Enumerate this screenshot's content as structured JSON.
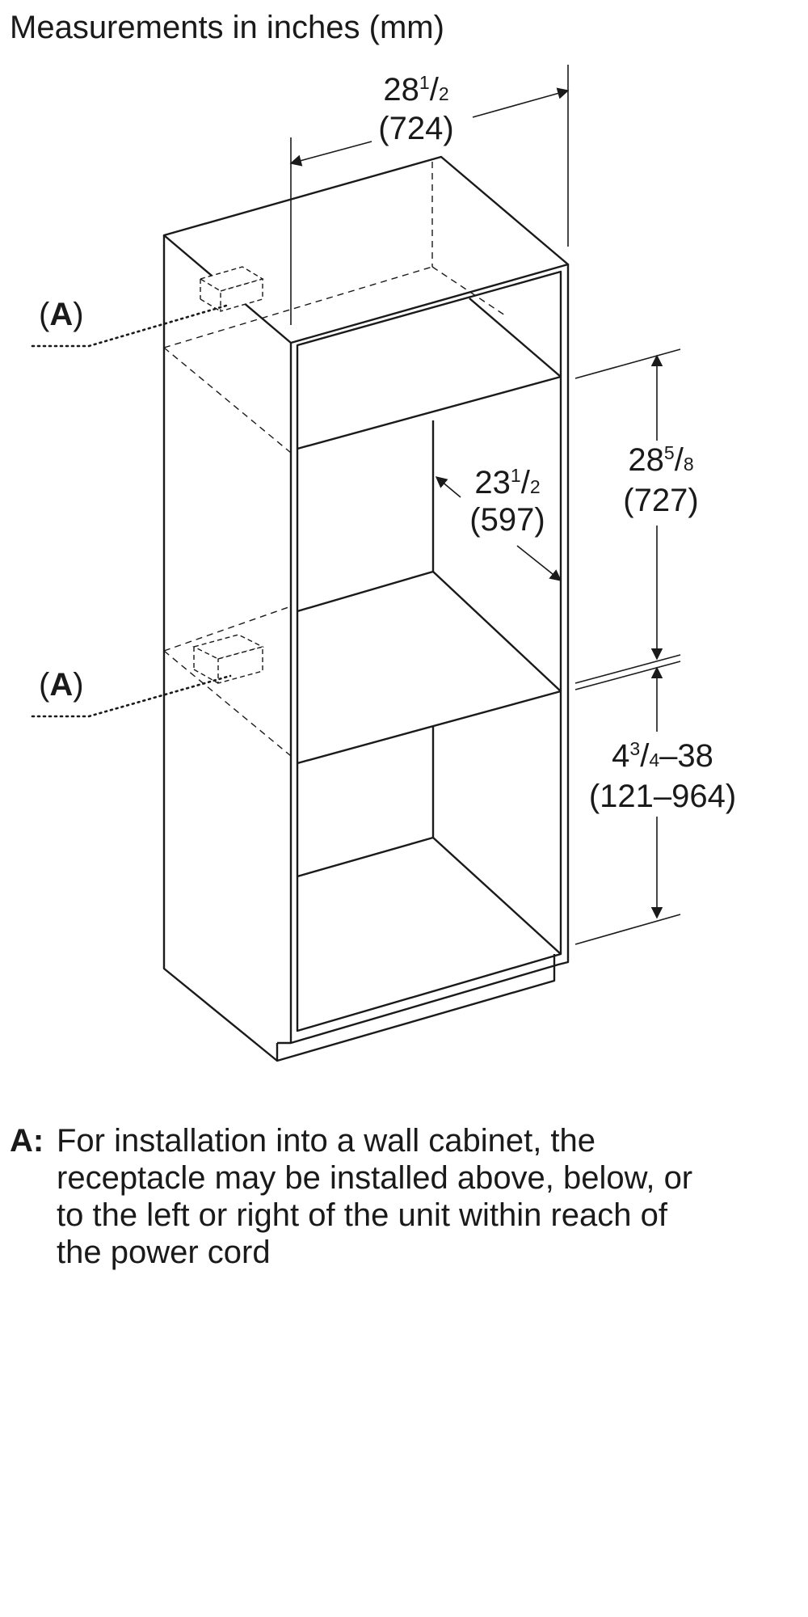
{
  "title": "Measurements in inches (mm)",
  "dimensions": {
    "top_width": {
      "whole": "28",
      "num": "1",
      "den": "2",
      "mm": "(724)"
    },
    "depth": {
      "whole": "23",
      "num": "1",
      "den": "2",
      "mm": "(597)"
    },
    "cutout_height": {
      "whole": "28",
      "num": "5",
      "den": "8",
      "mm": "(727)"
    },
    "base_height": {
      "whole": "4",
      "num": "3",
      "den": "4",
      "range_end": "–38",
      "mm": "(121–964)"
    }
  },
  "callouts": {
    "upper": "A",
    "lower": "A"
  },
  "legend": {
    "key": "A:",
    "text": "For installation into a wall cabinet, the receptacle may be installed above, below, or to the left or right of the unit within reach of the power cord"
  }
}
